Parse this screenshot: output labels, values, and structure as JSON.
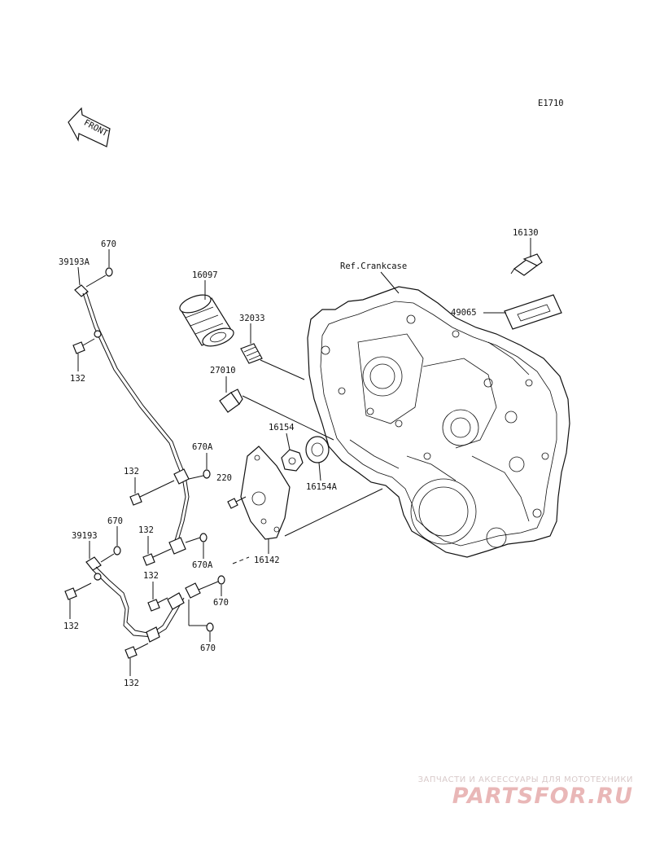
{
  "diagram": {
    "code": "E1710",
    "front_label": "FRONT",
    "ref_label": "Ref.Crankcase",
    "callouts": {
      "c670_top": "670",
      "c39193A": "39193A",
      "c132_top": "132",
      "c16097": "16097",
      "c32033": "32033",
      "c27010": "27010",
      "c16154": "16154",
      "c16154A": "16154A",
      "c670A_mid": "670A",
      "c220": "220",
      "c132_mid": "132",
      "c16142": "16142",
      "c670_left": "670",
      "c39193": "39193",
      "c132_left_a": "132",
      "c670A_low": "670A",
      "c132_low": "132",
      "c670_low_a": "670",
      "c132_left_b": "132",
      "c670_low_b": "670",
      "c132_bottom": "132",
      "c16130": "16130",
      "c49065": "49065"
    }
  },
  "watermark": {
    "tagline": "ЗАПЧАСТИ И АКСЕССУАРЫ ДЛЯ МОТОТЕХНИКИ",
    "logo": "PARTSFOR.RU",
    "color": "#e9b7b7"
  }
}
